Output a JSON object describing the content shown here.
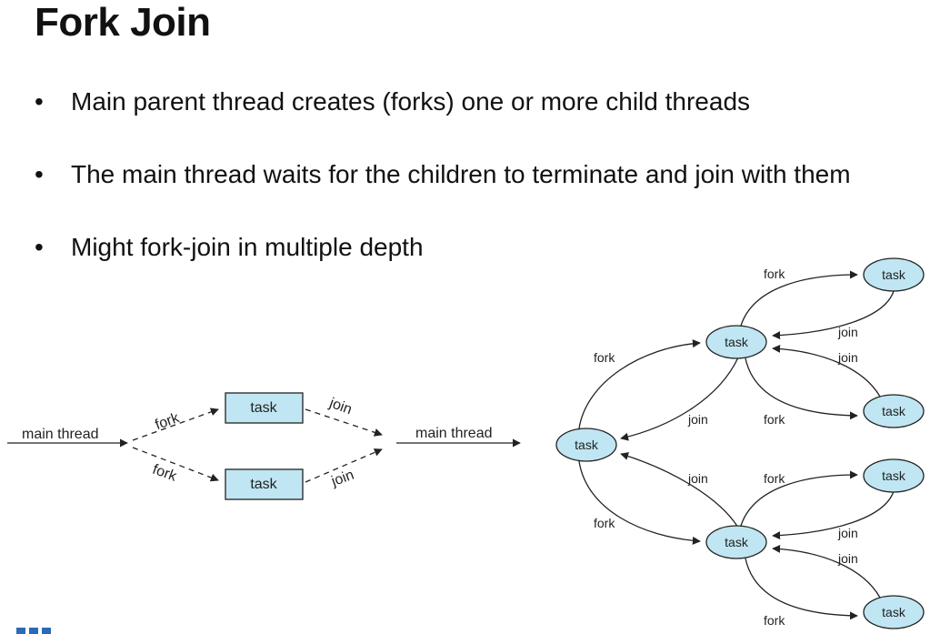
{
  "slide": {
    "title": "Fork Join",
    "bullet_glyph": "•",
    "bullets": [
      "Main parent thread creates (forks) one or more child threads",
      "The main thread waits for the children to terminate and join with them",
      "Might fork-join in multiple depth"
    ]
  },
  "left_diagram": {
    "input_label": "main thread",
    "output_label": "main thread",
    "task_label": "task",
    "fork_label": "fork",
    "join_label": "join"
  },
  "right_diagram": {
    "node_label": "task",
    "fork_label": "fork",
    "join_label": "join"
  },
  "colors": {
    "node_fill": "#bfe6f2",
    "stroke": "#222222",
    "brand": "#2a6ab8"
  }
}
